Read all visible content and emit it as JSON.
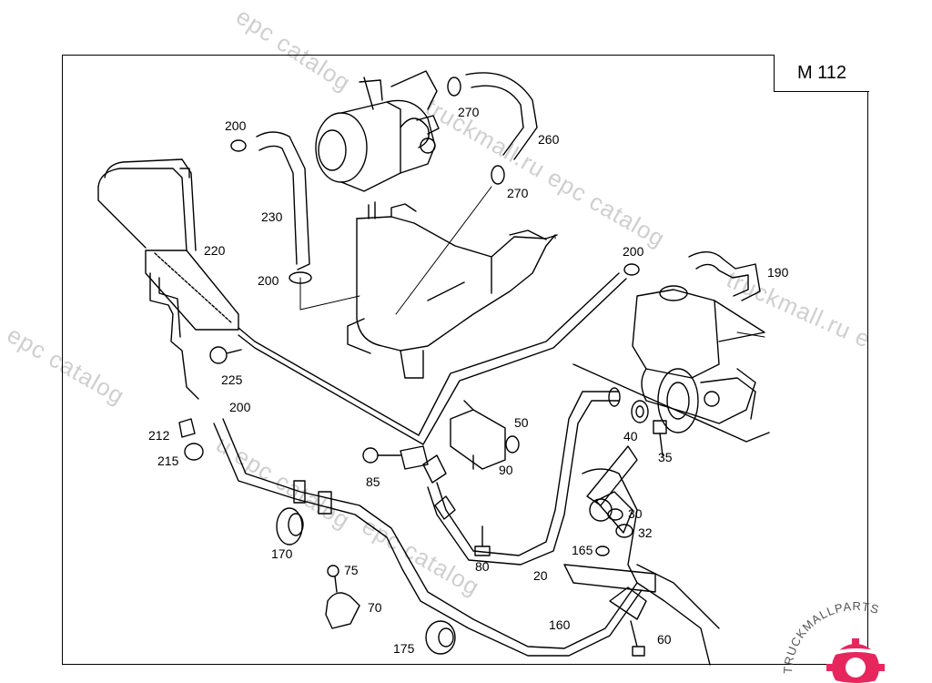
{
  "model_code": "M 112",
  "watermarks": [
    "epc catalog",
    "truckmall.ru epc catalog",
    "truckmall.ru e",
    "epc catalog",
    "epc catalog",
    "u epc catalog"
  ],
  "brand_logo": {
    "text": "TRUCKMALLPARTS",
    "accent_color": "#e8265e",
    "icon": "gear-logo-icon"
  },
  "part_labels": [
    "200",
    "270",
    "260",
    "270",
    "230",
    "220",
    "200",
    "200",
    "190",
    "225",
    "200",
    "212",
    "215",
    "50",
    "85",
    "90",
    "40",
    "35",
    "30",
    "32",
    "165",
    "170",
    "80",
    "20",
    "75",
    "70",
    "160",
    "60",
    "175"
  ]
}
